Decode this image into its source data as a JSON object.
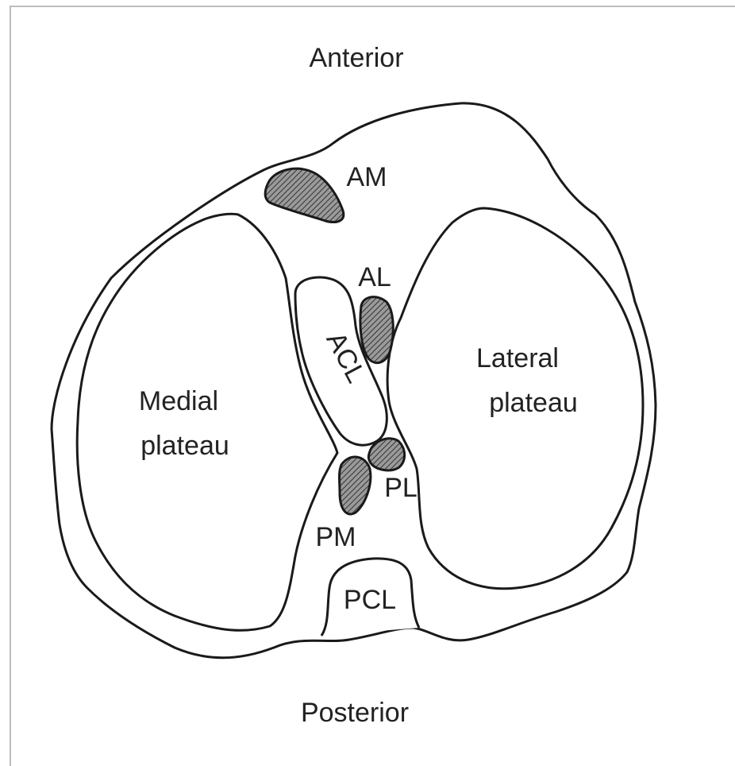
{
  "labels": {
    "anterior": "Anterior",
    "posterior": "Posterior",
    "medial_line1": "Medial",
    "medial_line2": "plateau",
    "lateral_line1": "Lateral",
    "lateral_line2": "plateau",
    "acl": "ACL",
    "pcl": "PCL",
    "am": "AM",
    "al": "AL",
    "pm": "PM",
    "pl": "PL"
  },
  "colors": {
    "line": "#1a1a1a",
    "hatch": "#555555",
    "background": "#ffffff"
  }
}
